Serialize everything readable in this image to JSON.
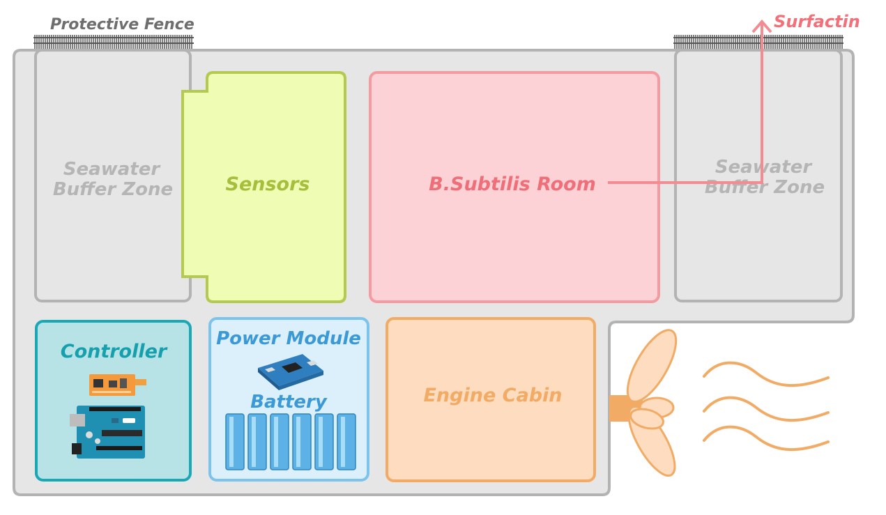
{
  "labels": {
    "protective_fence": "Protective Fence",
    "surfactin": "Surfactin",
    "left_buffer_line1": "Seawater",
    "left_buffer_line2": "Buffer Zone",
    "right_buffer_line1": "Seawater",
    "right_buffer_line2": "Buffer Zone",
    "sensors": "Sensors",
    "bsubtilis_room": "B.Subtilis Room",
    "controller": "Controller",
    "power_module": "Power Module",
    "battery": "Battery",
    "engine_cabin": "Engine Cabin"
  },
  "colors": {
    "hull_fill": "#e6e6e6",
    "hull_stroke": "#b3b3b3",
    "buffer_text": "#b5b5b5",
    "fence_text": "#6e6e6e",
    "sensors_fill": "#eefcb4",
    "sensors_stroke": "#b3c94f",
    "sensors_text": "#a7bd3c",
    "room_fill": "#fdd2d6",
    "room_stroke": "#f59aa1",
    "room_text": "#ef6f79",
    "surfactin_arrow": "#f28b92",
    "controller_fill": "#b8e3e6",
    "controller_stroke": "#1aa8b5",
    "controller_text": "#16a0ad",
    "power_fill": "#dcf0fc",
    "power_stroke": "#7cc4ec",
    "power_text": "#3b9ad6",
    "engine_fill": "#fddcbf",
    "engine_stroke": "#f2ab65",
    "engine_text": "#f2ab65",
    "propeller": "#f2ab65",
    "battery_cell": "#5cb2e6"
  },
  "icons": [
    "fence-icon",
    "sensor-board-icon",
    "arduino-board-icon",
    "power-module-board-icon",
    "battery-cell-icon",
    "propeller-icon",
    "water-wave-icon",
    "arrow-up-icon"
  ]
}
